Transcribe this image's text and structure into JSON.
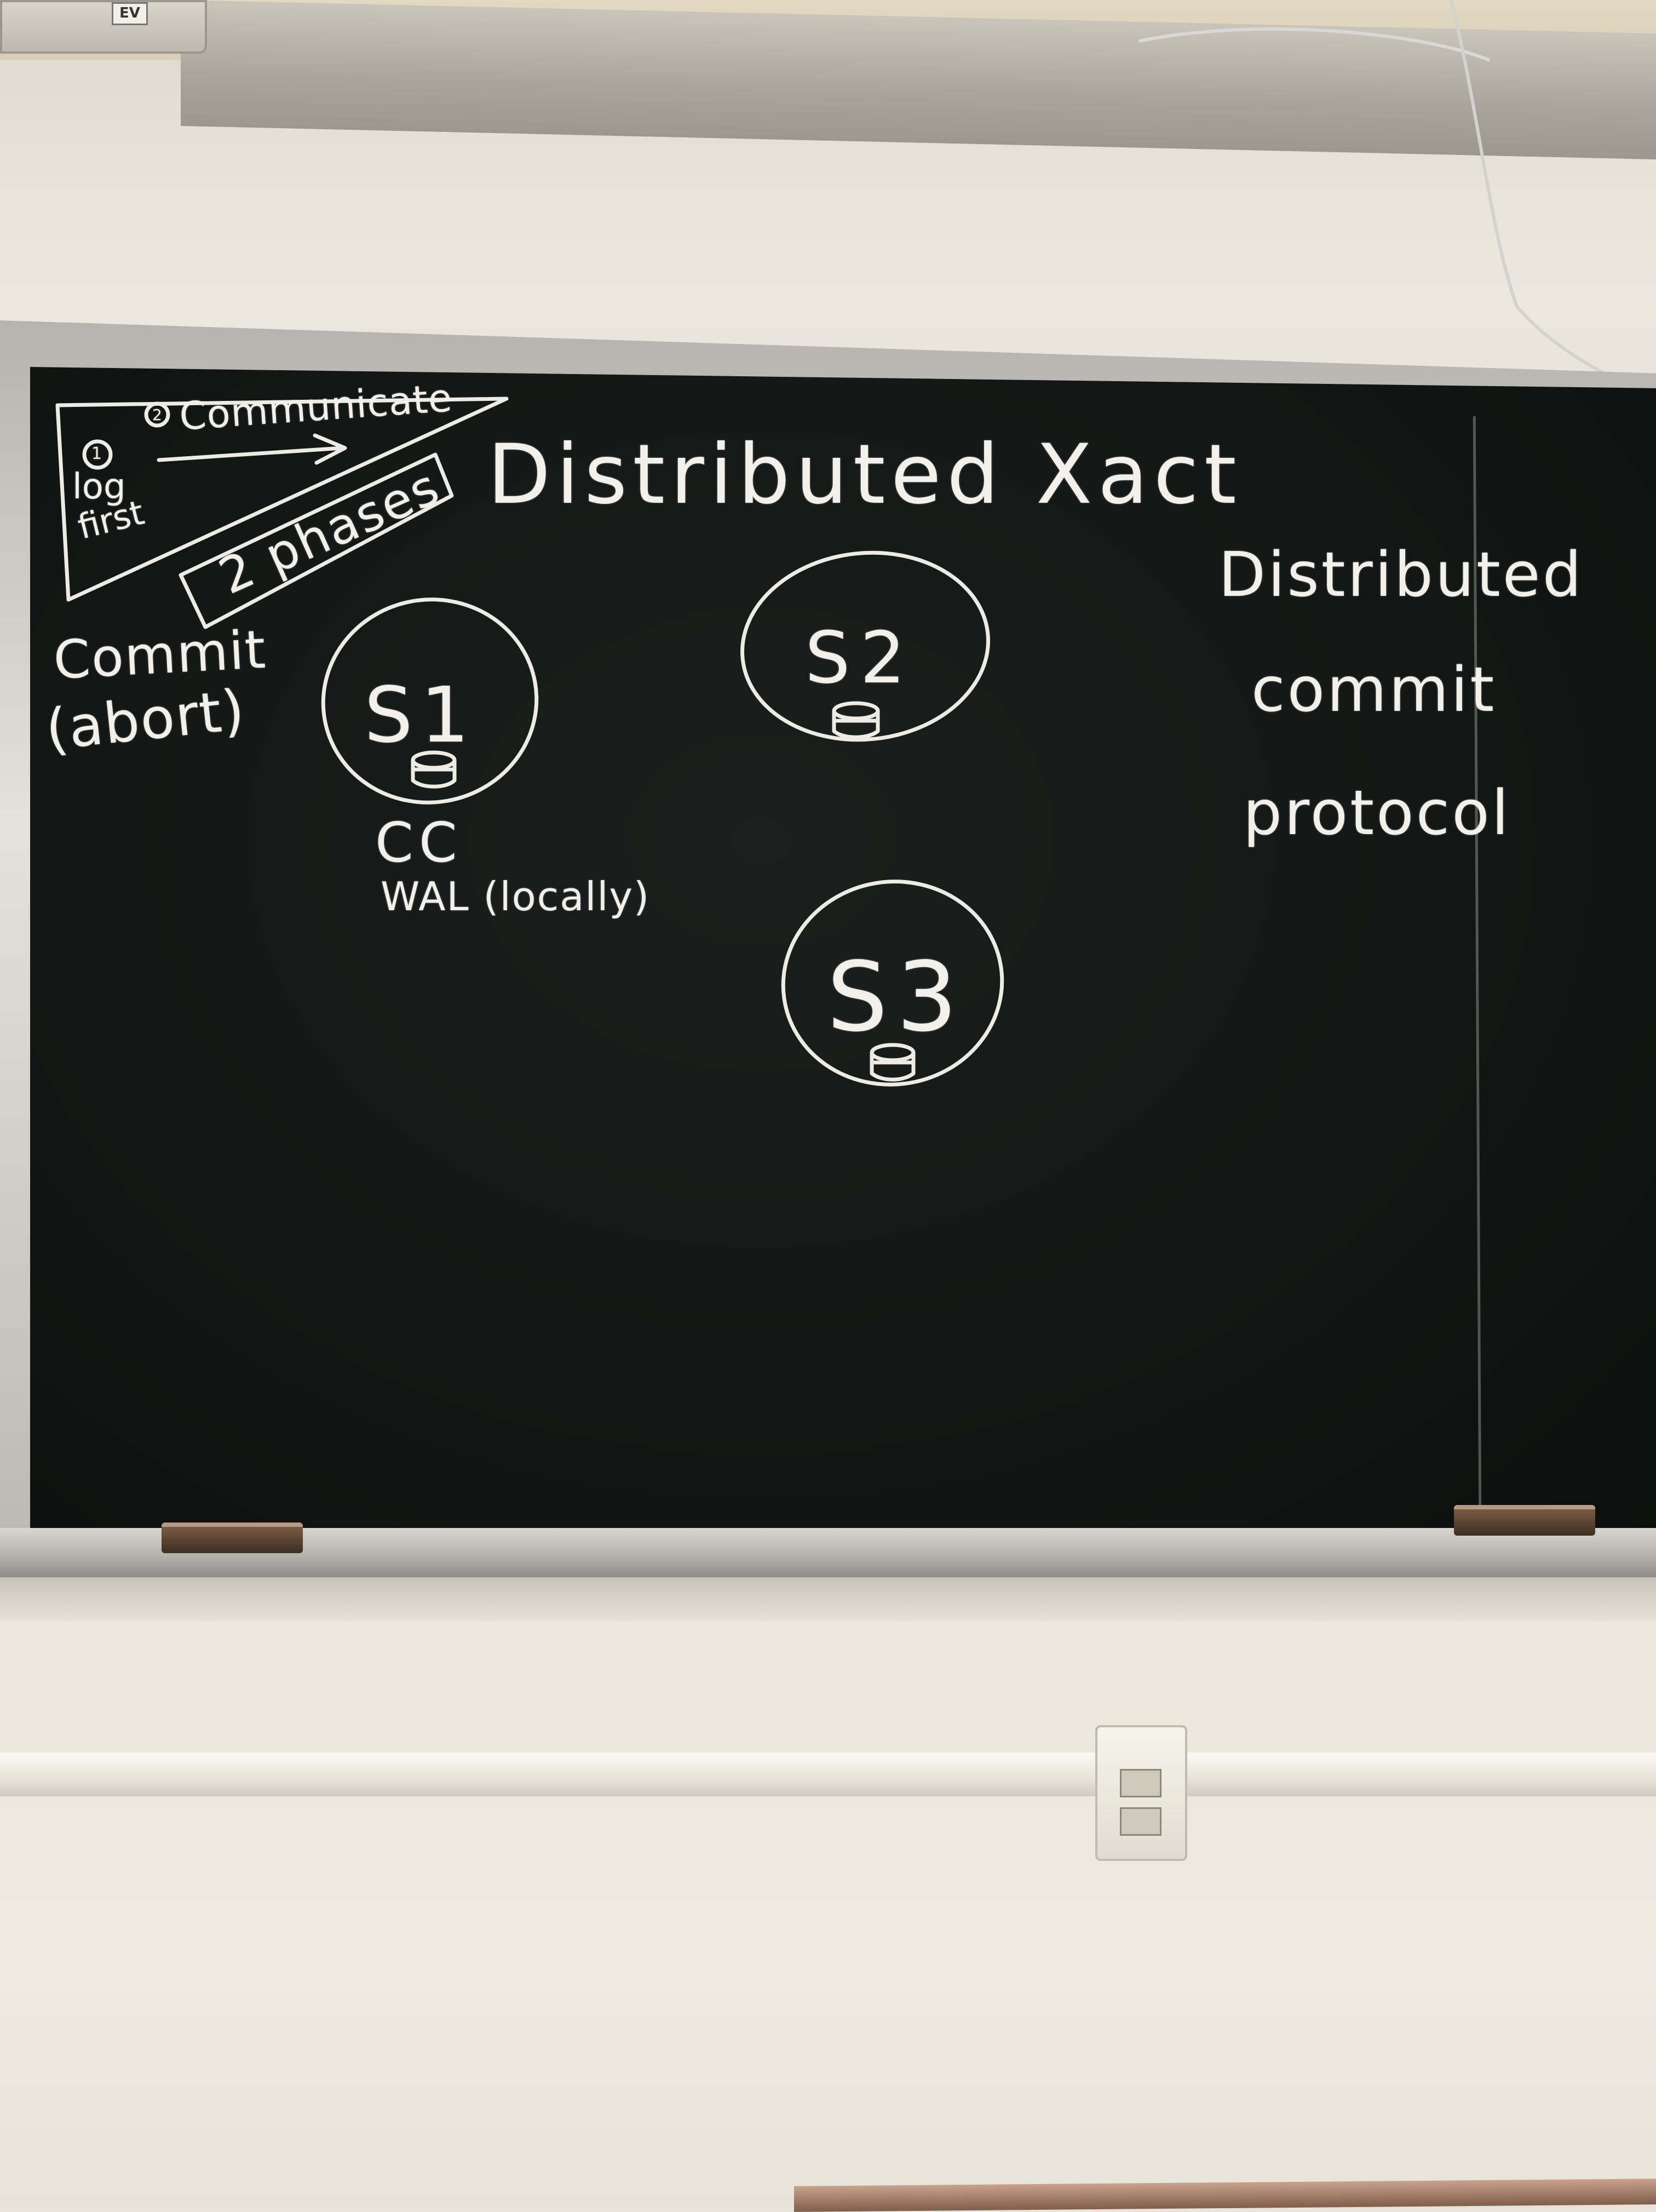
{
  "speaker_logo": "EV",
  "board": {
    "title": "Distributed Xact",
    "side_note": [
      "Distributed",
      "commit",
      "protocol"
    ],
    "phase_box": {
      "step1_number": "1",
      "step1_text": [
        "log",
        "first"
      ],
      "step2_number": "2",
      "step2_text": "Communicate",
      "label": "2 phases"
    },
    "outcomes": [
      "Commit",
      "(abort)"
    ],
    "sites": [
      "S1",
      "S2",
      "S3"
    ],
    "s1_notes": [
      "CC",
      "WAL (locally)"
    ]
  }
}
